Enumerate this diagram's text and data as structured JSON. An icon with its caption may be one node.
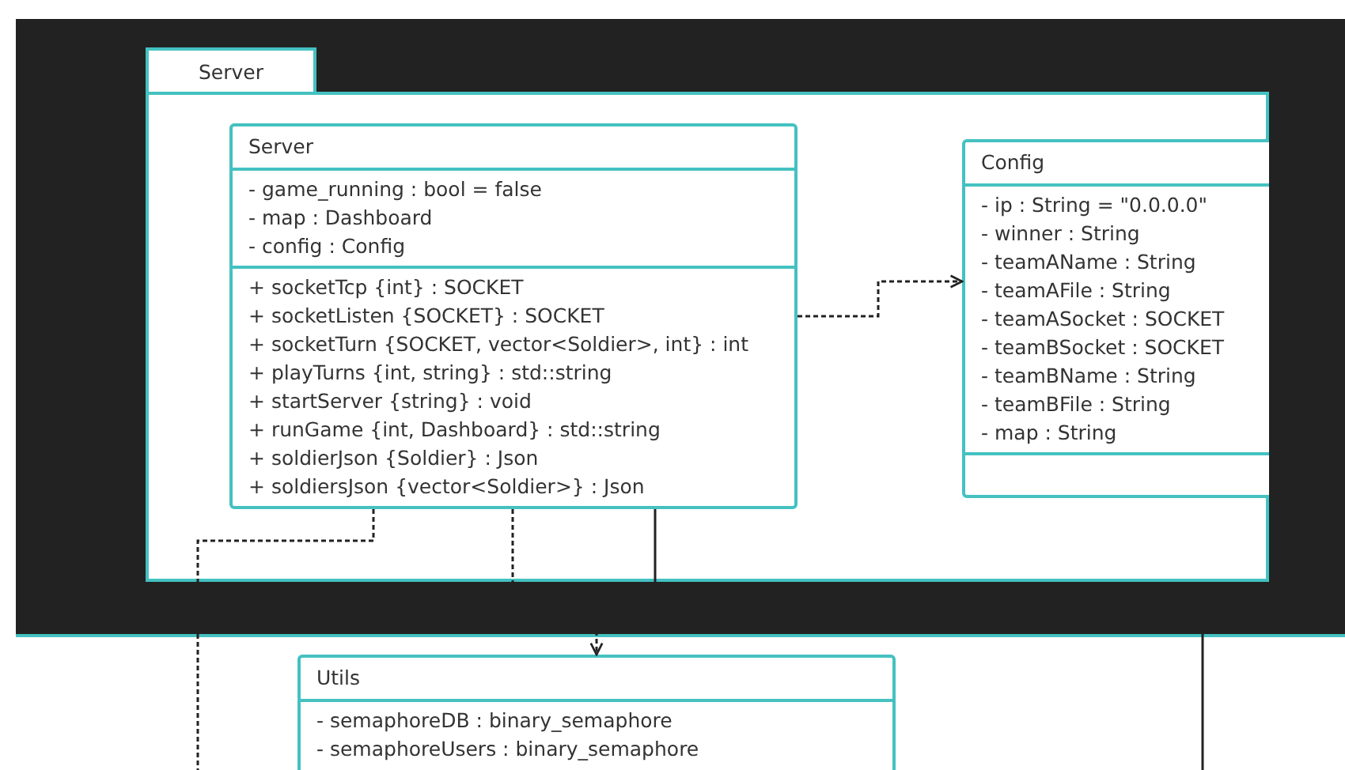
{
  "diagram": {
    "nodes": [
      {
        "text": [
          "Server"
        ]
      },
      {
        "text": [
          "Server",
          "- game_running : bool = false",
          "- map : Dashboard",
          "- config : Config",
          "+ socketTcp {int} : SOCKET",
          "+ socketListen {SOCKET} : SOCKET",
          "+ socketTurn {SOCKET, vector<Soldier>, int} : int",
          "+ playTurns {int, string} : std::string",
          "+ startServer {string} : void",
          "+ runGame {int, Dashboard} : std::string",
          "+ soldierJson {Soldier} : Json",
          "+ soldiersJson {vector<Soldier>} : Json"
        ],
        "in": 0
      },
      {
        "text": [
          "Config",
          "- ip : String = \"0.0.0.0\"",
          "- winner : String",
          "- teamAName : String",
          "- teamAFile : String",
          "- teamASocket : SOCKET",
          "- teamBSocket : SOCKET",
          "- teamBName : String",
          "- teamBFile : String",
          "- map : String"
        ],
        "in": 0
      },
      {
        "text": [
          "Utils",
          "- semaphoreDB : binary_semaphore",
          "- semaphoreUsers : binary_semaphore"
        ]
      }
    ],
    "edges": [
      {
        "from": 1,
        "to": 2,
        "arrow": "to",
        "style": "dashed"
      },
      {
        "from": 1,
        "to": 3,
        "arrow": "to",
        "style": "dashed"
      },
      {
        "from": 1,
        "to": null,
        "arrow": "none",
        "style": "dashed"
      },
      {
        "from": 1,
        "to": null,
        "arrow": "none"
      }
    ]
  }
}
